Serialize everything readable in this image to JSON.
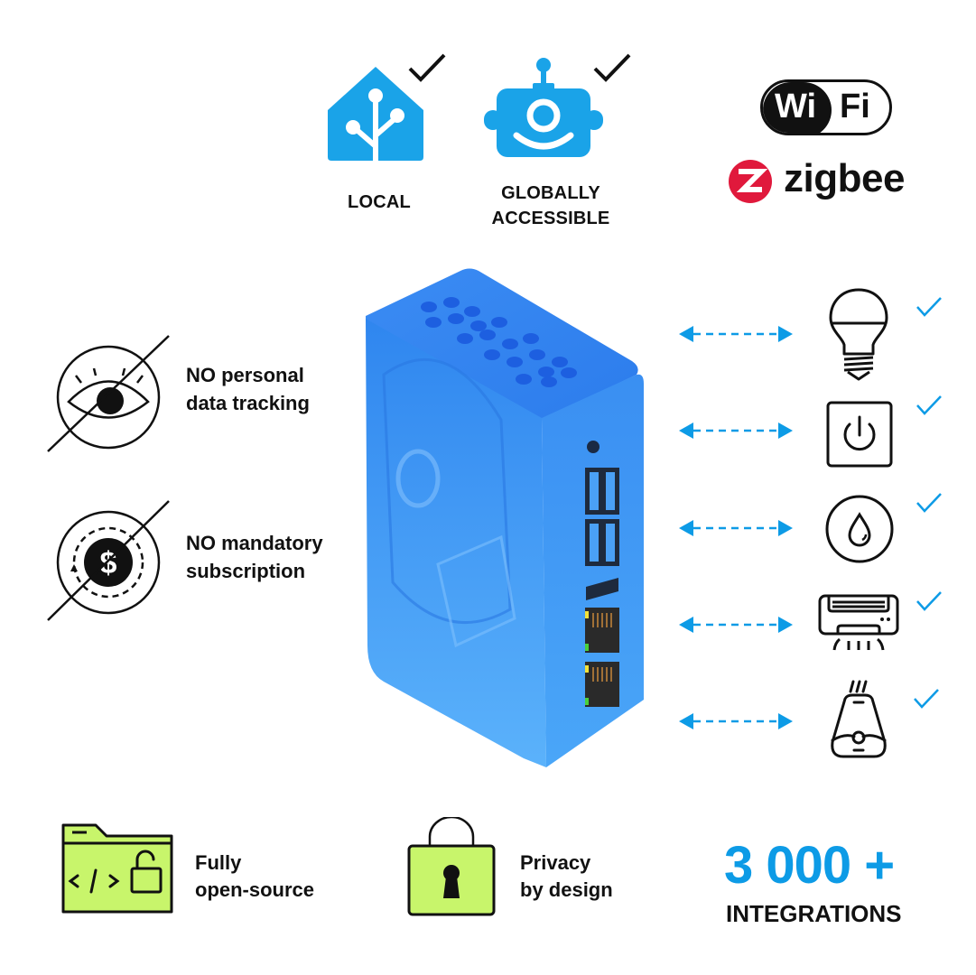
{
  "top_features": [
    {
      "label": "LOCAL",
      "icon": "home-assistant-house-icon",
      "checked": true
    },
    {
      "label_line1": "GLOBALLY",
      "label_line2": "ACCESSIBLE",
      "icon": "robot-cloud-icon",
      "checked": true
    }
  ],
  "protocols": {
    "wifi": {
      "left": "Wi",
      "right": "Fi"
    },
    "zigbee": {
      "text": "zigbee",
      "logo_color": "#e0193c"
    }
  },
  "left_features": [
    {
      "line1": "NO personal",
      "line2": "data tracking",
      "icon": "eye-crossed-icon"
    },
    {
      "line1": "NO mandatory",
      "line2": "subscription",
      "icon": "dollar-subscription-crossed-icon"
    }
  ],
  "device": {
    "name": "blue-hub-device",
    "color": "#3a8ef0"
  },
  "connected_devices": [
    {
      "icon": "light-bulb-icon",
      "checked": true
    },
    {
      "icon": "power-switch-icon",
      "checked": true
    },
    {
      "icon": "water-drop-sensor-icon",
      "checked": true
    },
    {
      "icon": "air-conditioner-icon",
      "checked": true
    },
    {
      "icon": "humidifier-icon",
      "checked": true
    }
  ],
  "bottom_features": [
    {
      "line1": "Fully",
      "line2": "open-source",
      "icon": "code-folder-unlocked-icon"
    },
    {
      "line1": "Privacy",
      "line2": "by design",
      "icon": "padlock-icon"
    }
  ],
  "integrations": {
    "count": "3 000 +",
    "label": "INTEGRATIONS"
  },
  "colors": {
    "accent_blue": "#0d9be6",
    "lime": "#c8f56b",
    "black": "#111111"
  }
}
